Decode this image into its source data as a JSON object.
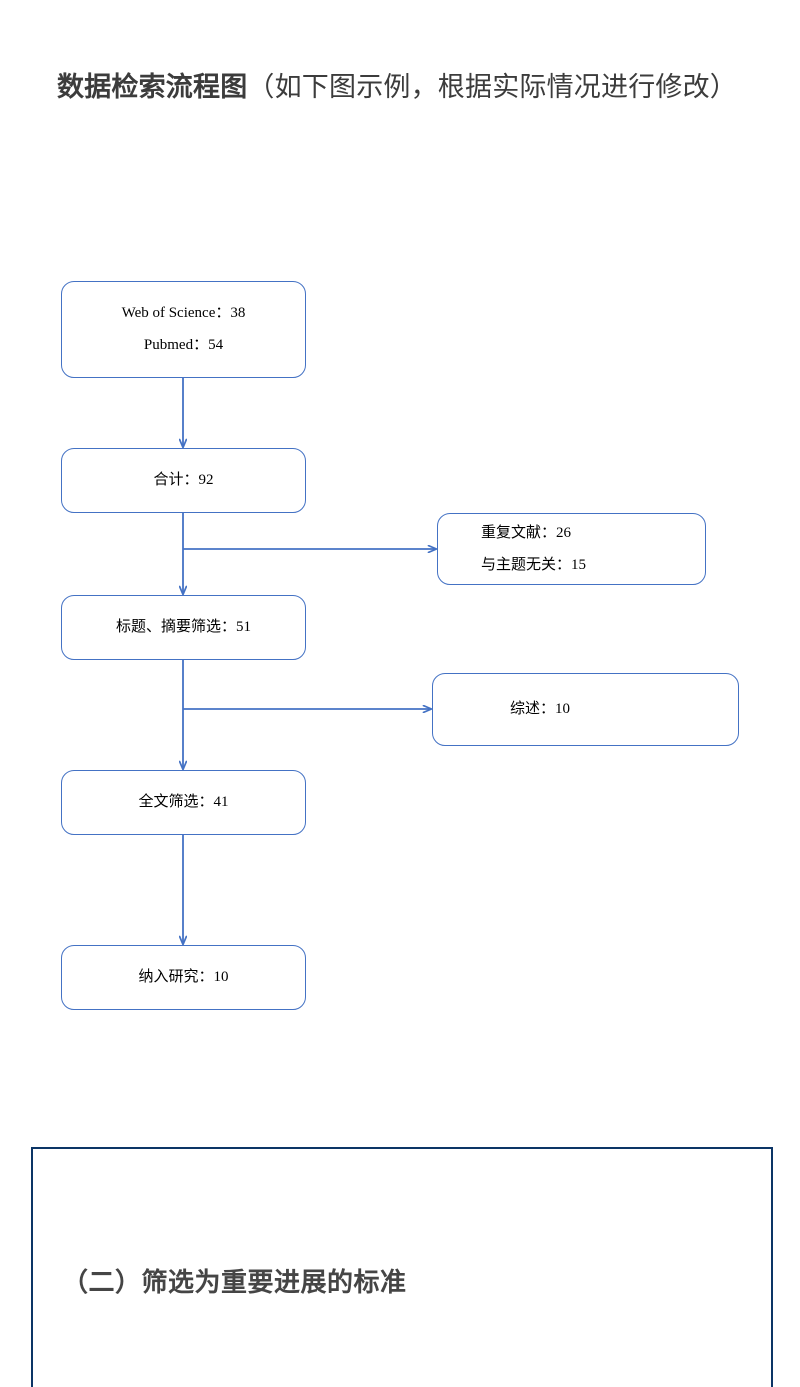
{
  "heading": {
    "strong": "数据检索流程图",
    "normal": "（如下图示例，根据实际情况进行修改）"
  },
  "colors": {
    "flow_line": "#4472C4",
    "flow_border": "#4472C4",
    "section_border": "#0c3566",
    "text": "#3b3b3b"
  },
  "flowchart": {
    "type": "flowchart",
    "nodes": {
      "source": {
        "line1": "Web of Science：38",
        "line2": "Pubmed：54"
      },
      "total": {
        "line1": "合计：92"
      },
      "title_abstract_screen": {
        "line1": "标题、摘要筛选：51"
      },
      "fulltext_screen": {
        "line1": "全文筛选：41"
      },
      "included": {
        "line1": "纳入研究：10"
      },
      "excluded_duplicates": {
        "line1": "重复文献：26",
        "line2": "与主题无关：15"
      },
      "excluded_reviews": {
        "line1": "综述：10"
      }
    }
  },
  "section": {
    "heading": "（二）筛选为重要进展的标准"
  }
}
